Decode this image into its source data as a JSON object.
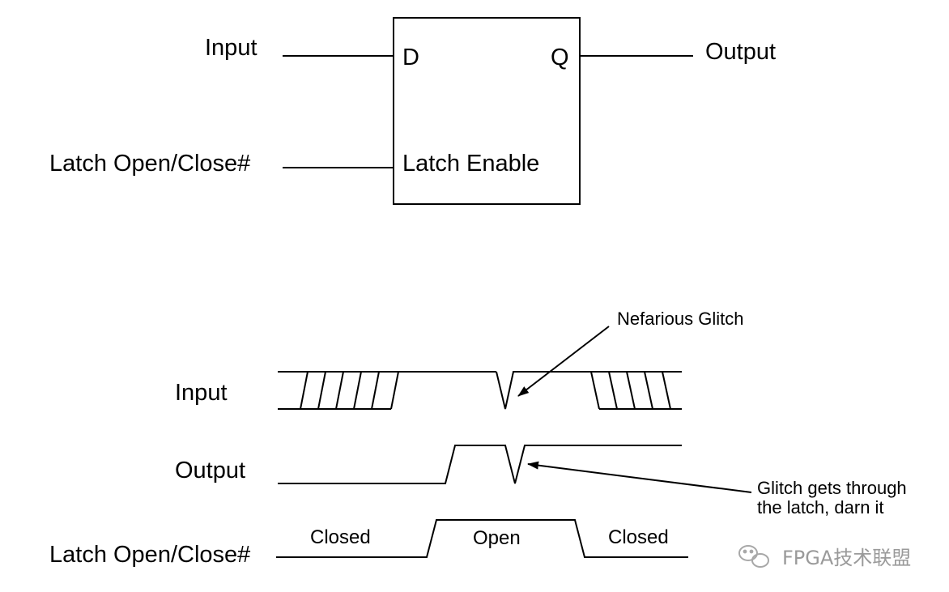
{
  "block": {
    "input_label": "Input",
    "output_label": "Output",
    "enable_label": "Latch Open/Close#",
    "pin_d": "D",
    "pin_q": "Q",
    "pin_enable": "Latch Enable"
  },
  "timing": {
    "input_label": "Input",
    "output_label": "Output",
    "enable_label": "Latch Open/Close#",
    "closed_left": "Closed",
    "open": "Open",
    "closed_right": "Closed",
    "glitch_annotation": "Nefarious Glitch",
    "glitch_through_line1": "Glitch gets through",
    "glitch_through_line2": "the latch, darn it"
  },
  "watermark": {
    "text": "FPGA技术联盟",
    "icon": "wechat-icon"
  }
}
